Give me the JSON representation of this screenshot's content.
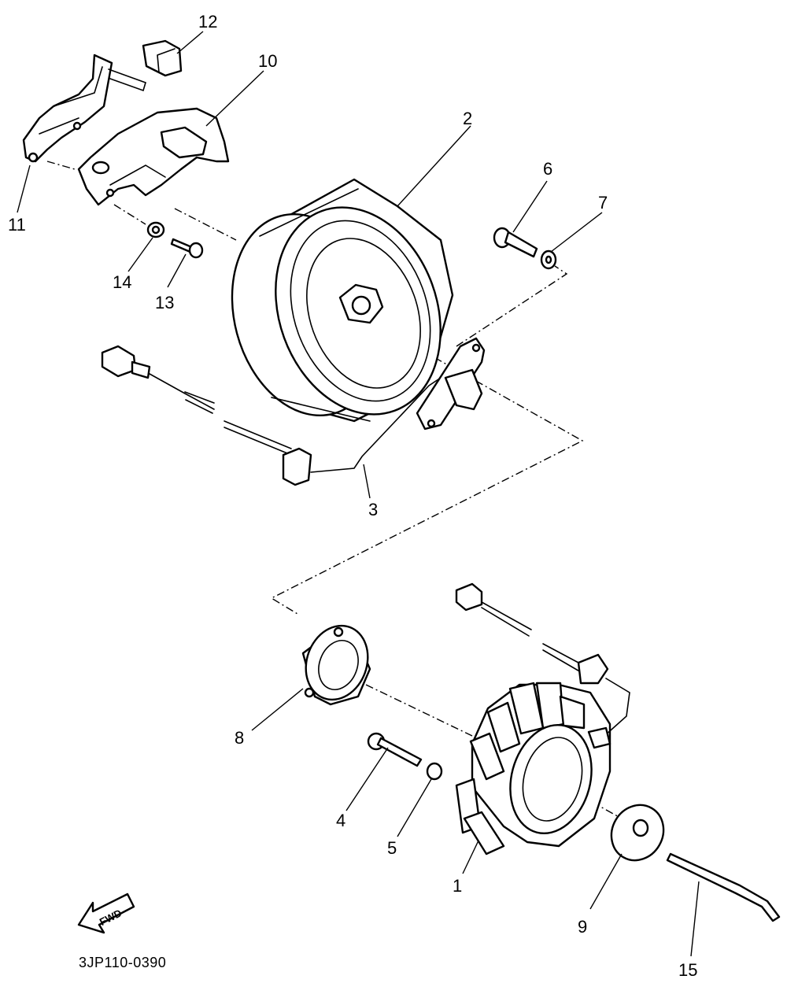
{
  "diagram": {
    "callouts": {
      "p1": "1",
      "p2": "2",
      "p3": "3",
      "p4": "4",
      "p5": "5",
      "p6": "6",
      "p7": "7",
      "p8": "8",
      "p9": "9",
      "p10": "10",
      "p11": "11",
      "p12": "12",
      "p13": "13",
      "p14": "14",
      "p15": "15"
    },
    "fwd_label": "FWD",
    "drawing_code": "3JP110-0390"
  }
}
